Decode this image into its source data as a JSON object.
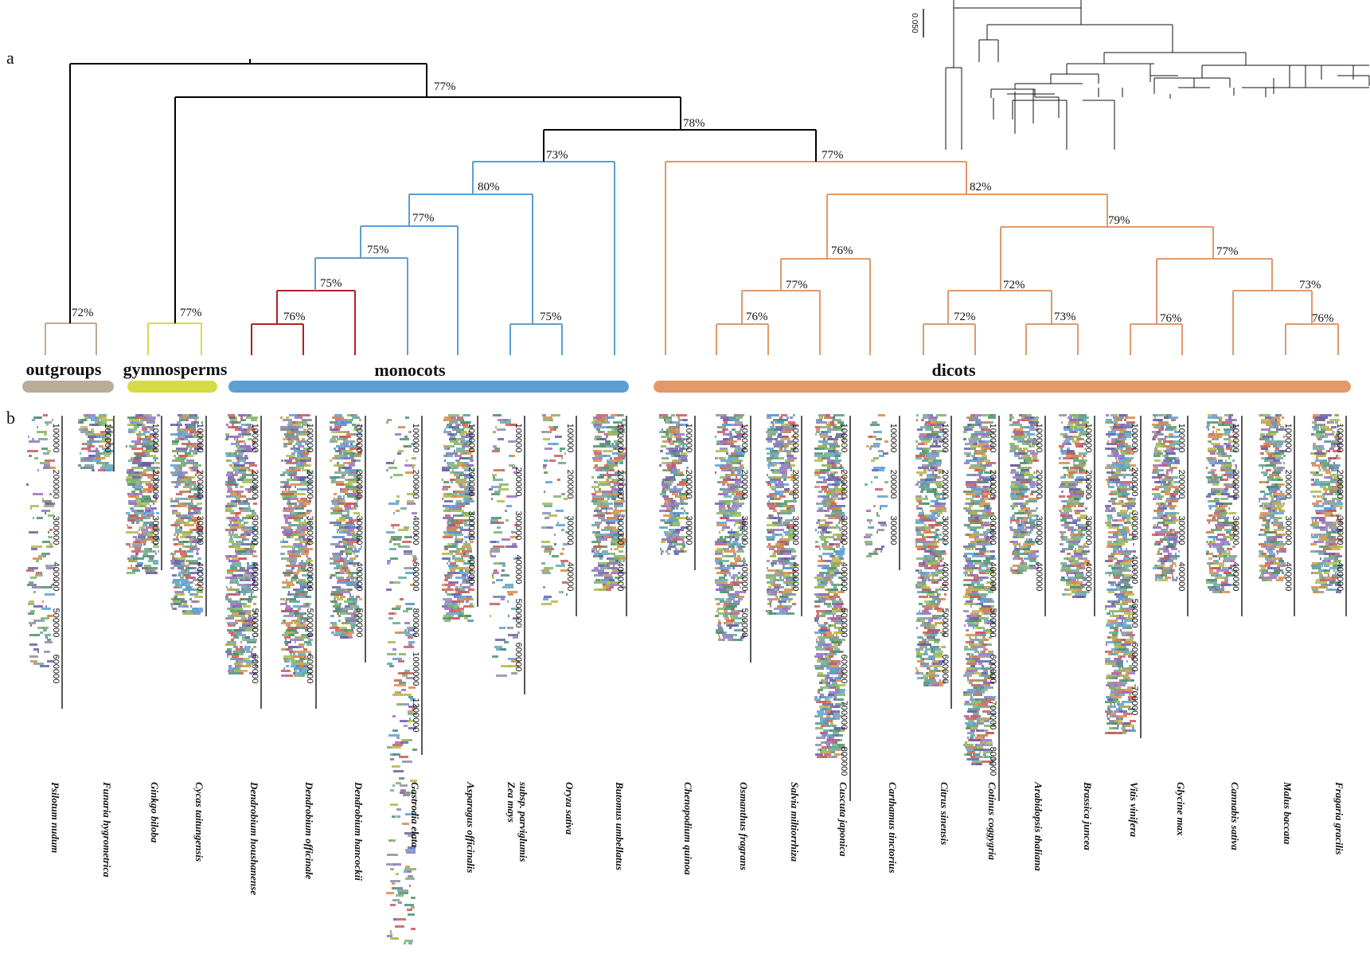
{
  "panels": {
    "a": "a",
    "b": "b"
  },
  "scale_bar": {
    "label": "0.050"
  },
  "groups": [
    {
      "id": "outgroups",
      "label": "outgroups",
      "color": "#b9ad99"
    },
    {
      "id": "gymnosperms",
      "label": "gymnosperms",
      "color": "#d5db45"
    },
    {
      "id": "monocots",
      "label": "monocots",
      "color": "#5b9fd4"
    },
    {
      "id": "dicots",
      "label": "dicots",
      "color": "#e2996a"
    }
  ],
  "colors": {
    "backbone": "#000000",
    "outgroups": "#b9ad99",
    "gymnosperms": "#d5db45",
    "monocots": "#5b9fd4",
    "dendrobium": "#b22026",
    "dicots": "#e2996a"
  },
  "bootstrap": {
    "n_root_right": "77%",
    "n_angio": "78%",
    "n_mono": "73%",
    "n_m80": "80%",
    "n_m77": "77%",
    "n_m75a": "75%",
    "n_m75b": "75%",
    "n_dend": "76%",
    "n_zo": "75%",
    "n_dicot": "77%",
    "n_d82": "82%",
    "n_d76": "76%",
    "n_d77": "77%",
    "n_d76b": "76%",
    "n_d79": "79%",
    "n_d72": "72%",
    "n_d72b": "72%",
    "n_d73": "73%",
    "n_d77b": "77%",
    "n_d76c": "76%",
    "n_d73b": "73%",
    "n_d76d": "76%",
    "n_out": "72%",
    "n_gym": "77%"
  },
  "species": [
    {
      "name": "Psilotum nudum",
      "ticks": [
        "100000",
        "200000",
        "300000",
        "400000",
        "500000",
        "600000"
      ]
    },
    {
      "name": "Funaria hygrometrica",
      "ticks": [
        "100000"
      ]
    },
    {
      "name": "Ginkgo biloba",
      "ticks": [
        "100000",
        "200000",
        "300000"
      ]
    },
    {
      "name": "Cycas taitungensis",
      "ticks": [
        "100000",
        "200000",
        "300000",
        "400000"
      ]
    },
    {
      "name": "Dendrobium houshanense",
      "ticks": [
        "100000",
        "200000",
        "300000",
        "400000",
        "500000",
        "600000"
      ]
    },
    {
      "name": "Dendrobium officinale",
      "ticks": [
        "100000",
        "200000",
        "300000",
        "400000",
        "500000",
        "600000"
      ]
    },
    {
      "name": "Dendrobium hancockii",
      "ticks": [
        "100000",
        "200000",
        "300000",
        "400000",
        "500000"
      ]
    },
    {
      "name": "Gastrodia elata",
      "ticks": [
        "100000",
        "200000",
        "400000",
        "600000",
        "800000",
        "1000000",
        "1200000"
      ]
    },
    {
      "name": "Asparagus officinalis",
      "ticks": [
        "100000",
        "200000",
        "300000",
        "400000"
      ]
    },
    {
      "name": "Zea mays subsp. parviglumis",
      "line2": "subsp. parviglumis",
      "line1": "Zea mays",
      "ticks": [
        "100000",
        "200000",
        "300000",
        "400000",
        "500000",
        "600000"
      ]
    },
    {
      "name": "Oryza sativa",
      "ticks": [
        "100000",
        "200000",
        "300000",
        "400000"
      ]
    },
    {
      "name": "Butomus umbellatus",
      "ticks": [
        "100000",
        "200000",
        "300000",
        "400000"
      ]
    },
    {
      "name": "Chenopodium quinoa",
      "ticks": [
        "100000",
        "200000",
        "300000"
      ]
    },
    {
      "name": "Osmanthus fragrans",
      "ticks": [
        "100000",
        "200000",
        "300000",
        "400000",
        "500000"
      ]
    },
    {
      "name": "Salvia miltiorrhiza",
      "ticks": [
        "100000",
        "200000",
        "300000",
        "400000"
      ]
    },
    {
      "name": "Cuscuta japonica",
      "ticks": [
        "100000",
        "200000",
        "300000",
        "400000",
        "500000",
        "600000",
        "700000",
        "800000"
      ]
    },
    {
      "name": "Carthamus tinctorius",
      "ticks": [
        "100000",
        "200000",
        "300000"
      ]
    },
    {
      "name": "Citrus sinensis",
      "ticks": [
        "100000",
        "200000",
        "300000",
        "400000",
        "500000",
        "600000"
      ]
    },
    {
      "name": "Cotinus coggygria",
      "ticks": [
        "100000",
        "200000",
        "300000",
        "400000",
        "500000",
        "600000",
        "700000",
        "800000"
      ]
    },
    {
      "name": "Arabidopsis thaliana",
      "ticks": [
        "100000",
        "200000",
        "300000",
        "400000"
      ]
    },
    {
      "name": "Brassica juncea",
      "ticks": [
        "100000",
        "200000",
        "300000",
        "400000"
      ]
    },
    {
      "name": "Vitis vinifera",
      "ticks": [
        "100000",
        "200000",
        "300000",
        "400000",
        "500000",
        "600000",
        "700000"
      ]
    },
    {
      "name": "Glycine max",
      "ticks": [
        "100000",
        "200000",
        "300000",
        "400000"
      ]
    },
    {
      "name": "Cannabis sativa",
      "ticks": [
        "100000",
        "200000",
        "300000",
        "400000"
      ]
    },
    {
      "name": "Malus baccata",
      "ticks": [
        "100000",
        "200000",
        "300000",
        "400000"
      ]
    },
    {
      "name": "Fragaria gracilis",
      "ticks": [
        "100000",
        "200000",
        "300000",
        "400000"
      ]
    }
  ]
}
